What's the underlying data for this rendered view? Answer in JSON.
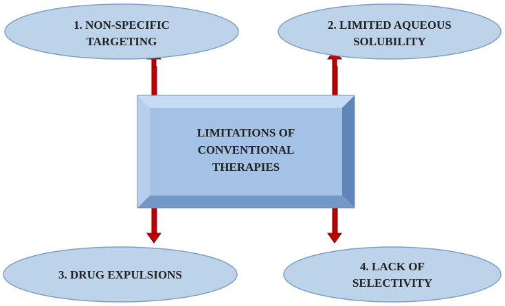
{
  "center": {
    "lines": [
      "LIMITATIONS OF",
      "CONVENTIONAL",
      "THERAPIES"
    ]
  },
  "nodes": {
    "top_left": {
      "lines": [
        "1. NON-SPECIFIC",
        "TARGETING"
      ]
    },
    "top_right": {
      "lines": [
        "2. LIMITED AQUEOUS",
        "SOLUBILITY"
      ]
    },
    "bottom_left": {
      "lines": [
        "3. DRUG EXPULSIONS"
      ]
    },
    "bottom_right": {
      "lines": [
        "4. LACK OF",
        "SELECTIVITY"
      ]
    }
  },
  "colors": {
    "ellipse_fill": "#bcd3ea",
    "ellipse_stroke": "#7f9fc4",
    "box_face": "#a3c2e6",
    "box_bevel_top": "#c7dbf2",
    "box_bevel_left": "#b6cfec",
    "box_bevel_right": "#5f86b8",
    "box_bevel_bottom": "#7397c6",
    "arrow_fill": "#c00000",
    "arrow_stroke": "#7a0000"
  }
}
